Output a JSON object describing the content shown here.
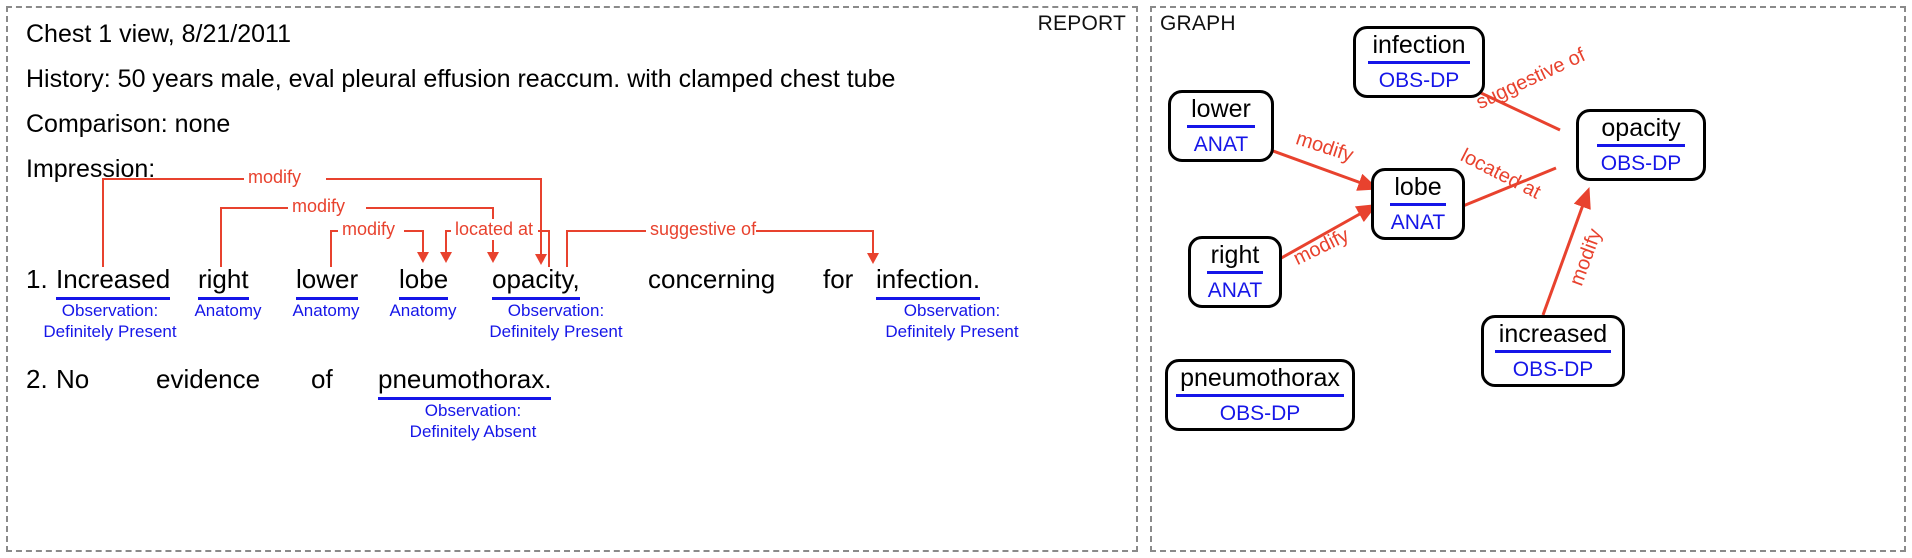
{
  "panels": {
    "report_tag": "REPORT",
    "graph_tag": "GRAPH"
  },
  "report": {
    "header_lines": [
      "Chest 1 view, 8/21/2011",
      "History: 50 years male, eval pleural effusion reaccum. with clamped chest tube",
      "Comparison: none",
      "Impression:"
    ],
    "sentence1": {
      "index": "1.",
      "tokens": [
        {
          "text": "Increased",
          "entity": true,
          "label_line1": "Observation:",
          "label_line2": "Definitely Present"
        },
        {
          "text": "right",
          "entity": true,
          "label_line1": "Anatomy",
          "label_line2": ""
        },
        {
          "text": "lower",
          "entity": true,
          "label_line1": "Anatomy",
          "label_line2": ""
        },
        {
          "text": "lobe",
          "entity": true,
          "label_line1": "Anatomy",
          "label_line2": ""
        },
        {
          "text": "opacity,",
          "entity": true,
          "label_line1": "Observation:",
          "label_line2": "Definitely Present"
        },
        {
          "text": "concerning",
          "entity": false,
          "label_line1": "",
          "label_line2": ""
        },
        {
          "text": "for",
          "entity": false,
          "label_line1": "",
          "label_line2": ""
        },
        {
          "text": "infection.",
          "entity": true,
          "label_line1": "Observation:",
          "label_line2": "Definitely Present"
        }
      ],
      "relations": [
        {
          "label": "modify",
          "source": "Increased",
          "target": "lobe"
        },
        {
          "label": "modify",
          "source": "right",
          "target": "lobe"
        },
        {
          "label": "modify",
          "source": "lower",
          "target": "lobe"
        },
        {
          "label": "located at",
          "source": "opacity,",
          "target": "lobe"
        },
        {
          "label": "suggestive of",
          "source": "opacity,",
          "target": "infection."
        }
      ]
    },
    "sentence2": {
      "index": "2.",
      "tokens": [
        {
          "text": "No",
          "entity": false,
          "label_line1": "",
          "label_line2": ""
        },
        {
          "text": "evidence",
          "entity": false,
          "label_line1": "",
          "label_line2": ""
        },
        {
          "text": "of",
          "entity": false,
          "label_line1": "",
          "label_line2": ""
        },
        {
          "text": "pneumothorax.",
          "entity": true,
          "label_line1": "Observation:",
          "label_line2": "Definitely Absent"
        }
      ],
      "relations": []
    }
  },
  "graph": {
    "nodes": [
      {
        "id": "infection",
        "name": "infection",
        "type": "OBS-DP"
      },
      {
        "id": "lower",
        "name": "lower",
        "type": "ANAT"
      },
      {
        "id": "opacity",
        "name": "opacity",
        "type": "OBS-DP"
      },
      {
        "id": "lobe",
        "name": "lobe",
        "type": "ANAT"
      },
      {
        "id": "right",
        "name": "right",
        "type": "ANAT"
      },
      {
        "id": "increased",
        "name": "increased",
        "type": "OBS-DP"
      },
      {
        "id": "pneumothorax",
        "name": "pneumothorax",
        "type": "OBS-DP"
      }
    ],
    "edges": [
      {
        "label": "suggestive of",
        "source": "opacity",
        "target": "infection"
      },
      {
        "label": "located at",
        "source": "opacity",
        "target": "lobe"
      },
      {
        "label": "modify",
        "source": "lower",
        "target": "lobe"
      },
      {
        "label": "modify",
        "source": "right",
        "target": "lobe"
      },
      {
        "label": "modify",
        "source": "increased",
        "target": "opacity"
      }
    ]
  },
  "colors": {
    "relation_red": "#e8422e",
    "entity_blue": "#1616e8",
    "node_border": "#000000",
    "panel_border": "#8a8a8a"
  }
}
